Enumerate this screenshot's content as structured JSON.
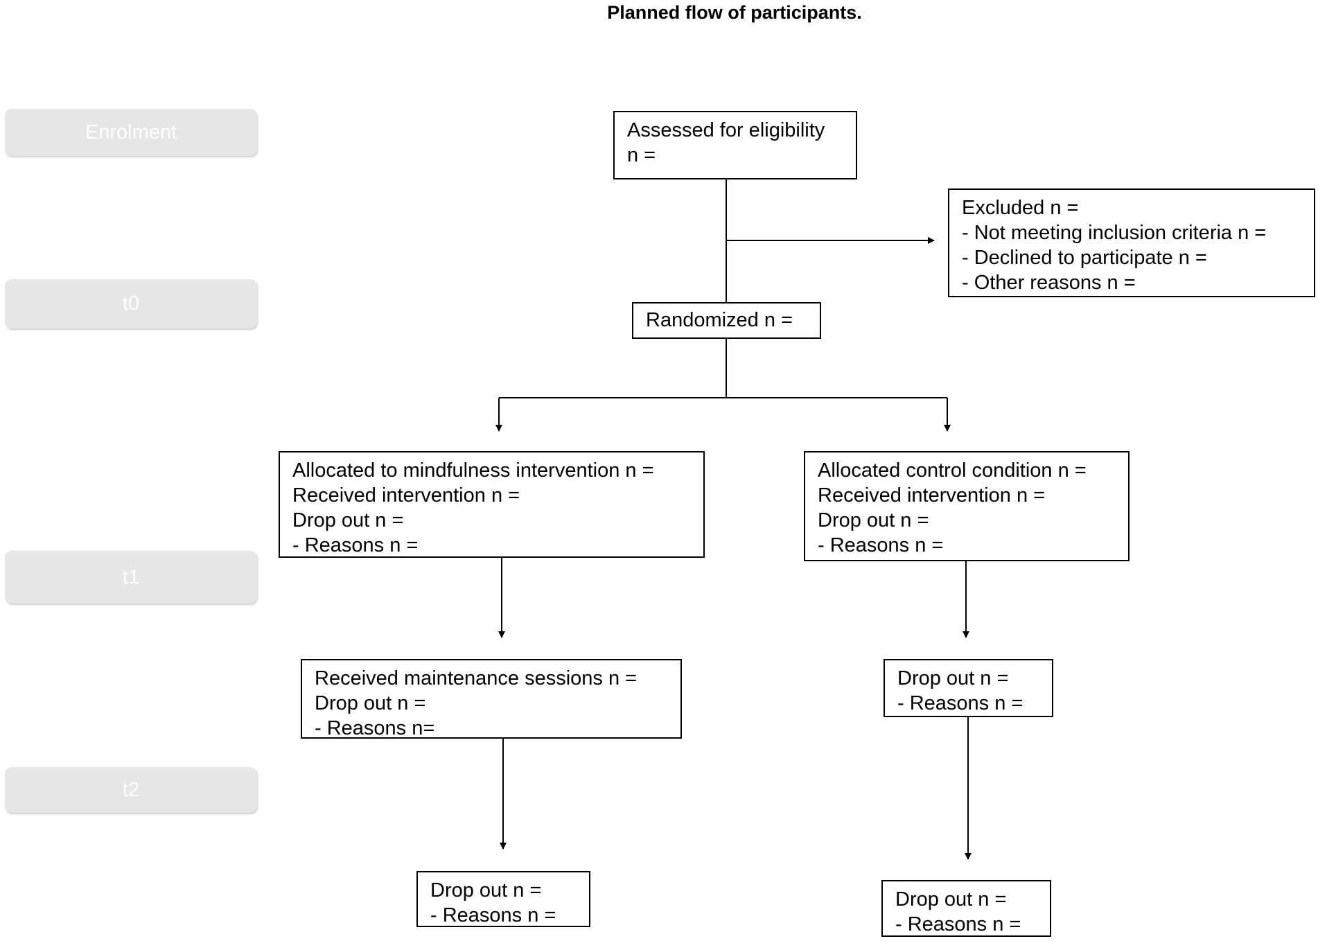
{
  "title": "Planned flow of participants.",
  "stages": {
    "enrolment": "Enrolment",
    "t0": "t0",
    "t1": "t1",
    "t2": "t2"
  },
  "boxes": {
    "assessed": {
      "line1": "Assessed for eligibility",
      "line2": "n ="
    },
    "excluded": {
      "line1": "Excluded n =",
      "line2": "- Not meeting inclusion criteria n =",
      "line3": "- Declined to participate n =",
      "line4": "- Other reasons n ="
    },
    "randomized": {
      "line1": "Randomized n ="
    },
    "mindfulness": {
      "line1": "Allocated to mindfulness intervention n =",
      "line2": "Received intervention n =",
      "line3": "Drop out n =",
      "line4": "- Reasons n ="
    },
    "control": {
      "line1": "Allocated control condition n =",
      "line2": "Received intervention n =",
      "line3": "Drop out n =",
      "line4": "- Reasons n ="
    },
    "maintenance": {
      "line1": "Received maintenance sessions n =",
      "line2": "Drop out n =",
      "line3": "- Reasons n="
    },
    "control_t1_dropout": {
      "line1": "Drop out n =",
      "line2": "- Reasons n ="
    },
    "mind_t2_dropout": {
      "line1": "Drop out n =",
      "line2": "- Reasons n ="
    },
    "control_t2_dropout": {
      "line1": "Drop out n =",
      "line2": "- Reasons n ="
    }
  }
}
